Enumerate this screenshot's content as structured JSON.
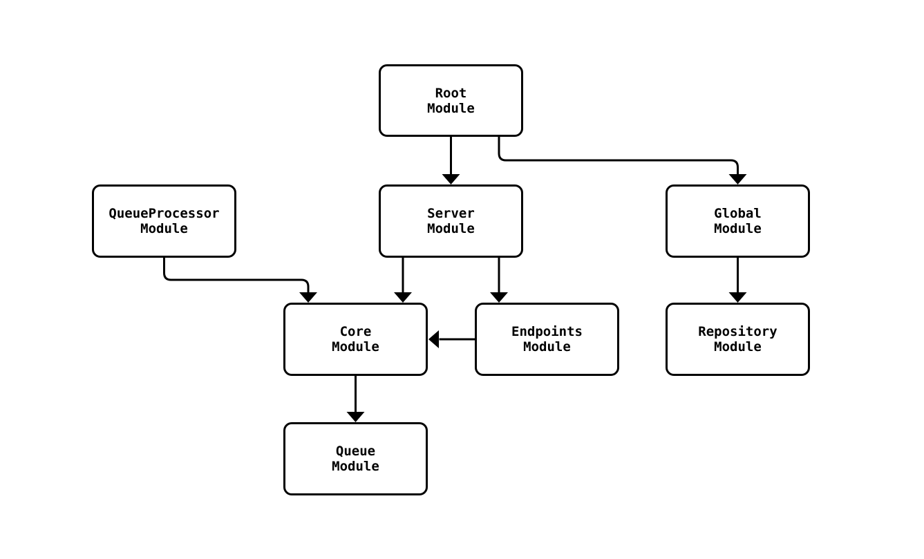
{
  "diagram": {
    "type": "flowchart",
    "direction": "top-down",
    "background_color": "#ffffff",
    "node_fill_color": "#ffffff",
    "node_border_color": "#000000",
    "edge_color": "#000000",
    "text_color": "#000000",
    "nodes": {
      "root": {
        "line1": "Root",
        "line2": "Module"
      },
      "queueProcessor": {
        "line1": "QueueProcessor",
        "line2": "Module"
      },
      "server": {
        "line1": "Server",
        "line2": "Module"
      },
      "global": {
        "line1": "Global",
        "line2": "Module"
      },
      "core": {
        "line1": "Core",
        "line2": "Module"
      },
      "endpoints": {
        "line1": "Endpoints",
        "line2": "Module"
      },
      "repository": {
        "line1": "Repository",
        "line2": "Module"
      },
      "queue": {
        "line1": "Queue",
        "line2": "Module"
      }
    },
    "edges": [
      {
        "from": "Root Module",
        "to": "Server Module"
      },
      {
        "from": "Root Module",
        "to": "Global Module"
      },
      {
        "from": "QueueProcessor Module",
        "to": "Core Module"
      },
      {
        "from": "Server Module",
        "to": "Core Module"
      },
      {
        "from": "Server Module",
        "to": "Endpoints Module"
      },
      {
        "from": "Endpoints Module",
        "to": "Core Module"
      },
      {
        "from": "Global Module",
        "to": "Repository Module"
      },
      {
        "from": "Core Module",
        "to": "Queue Module"
      }
    ]
  }
}
